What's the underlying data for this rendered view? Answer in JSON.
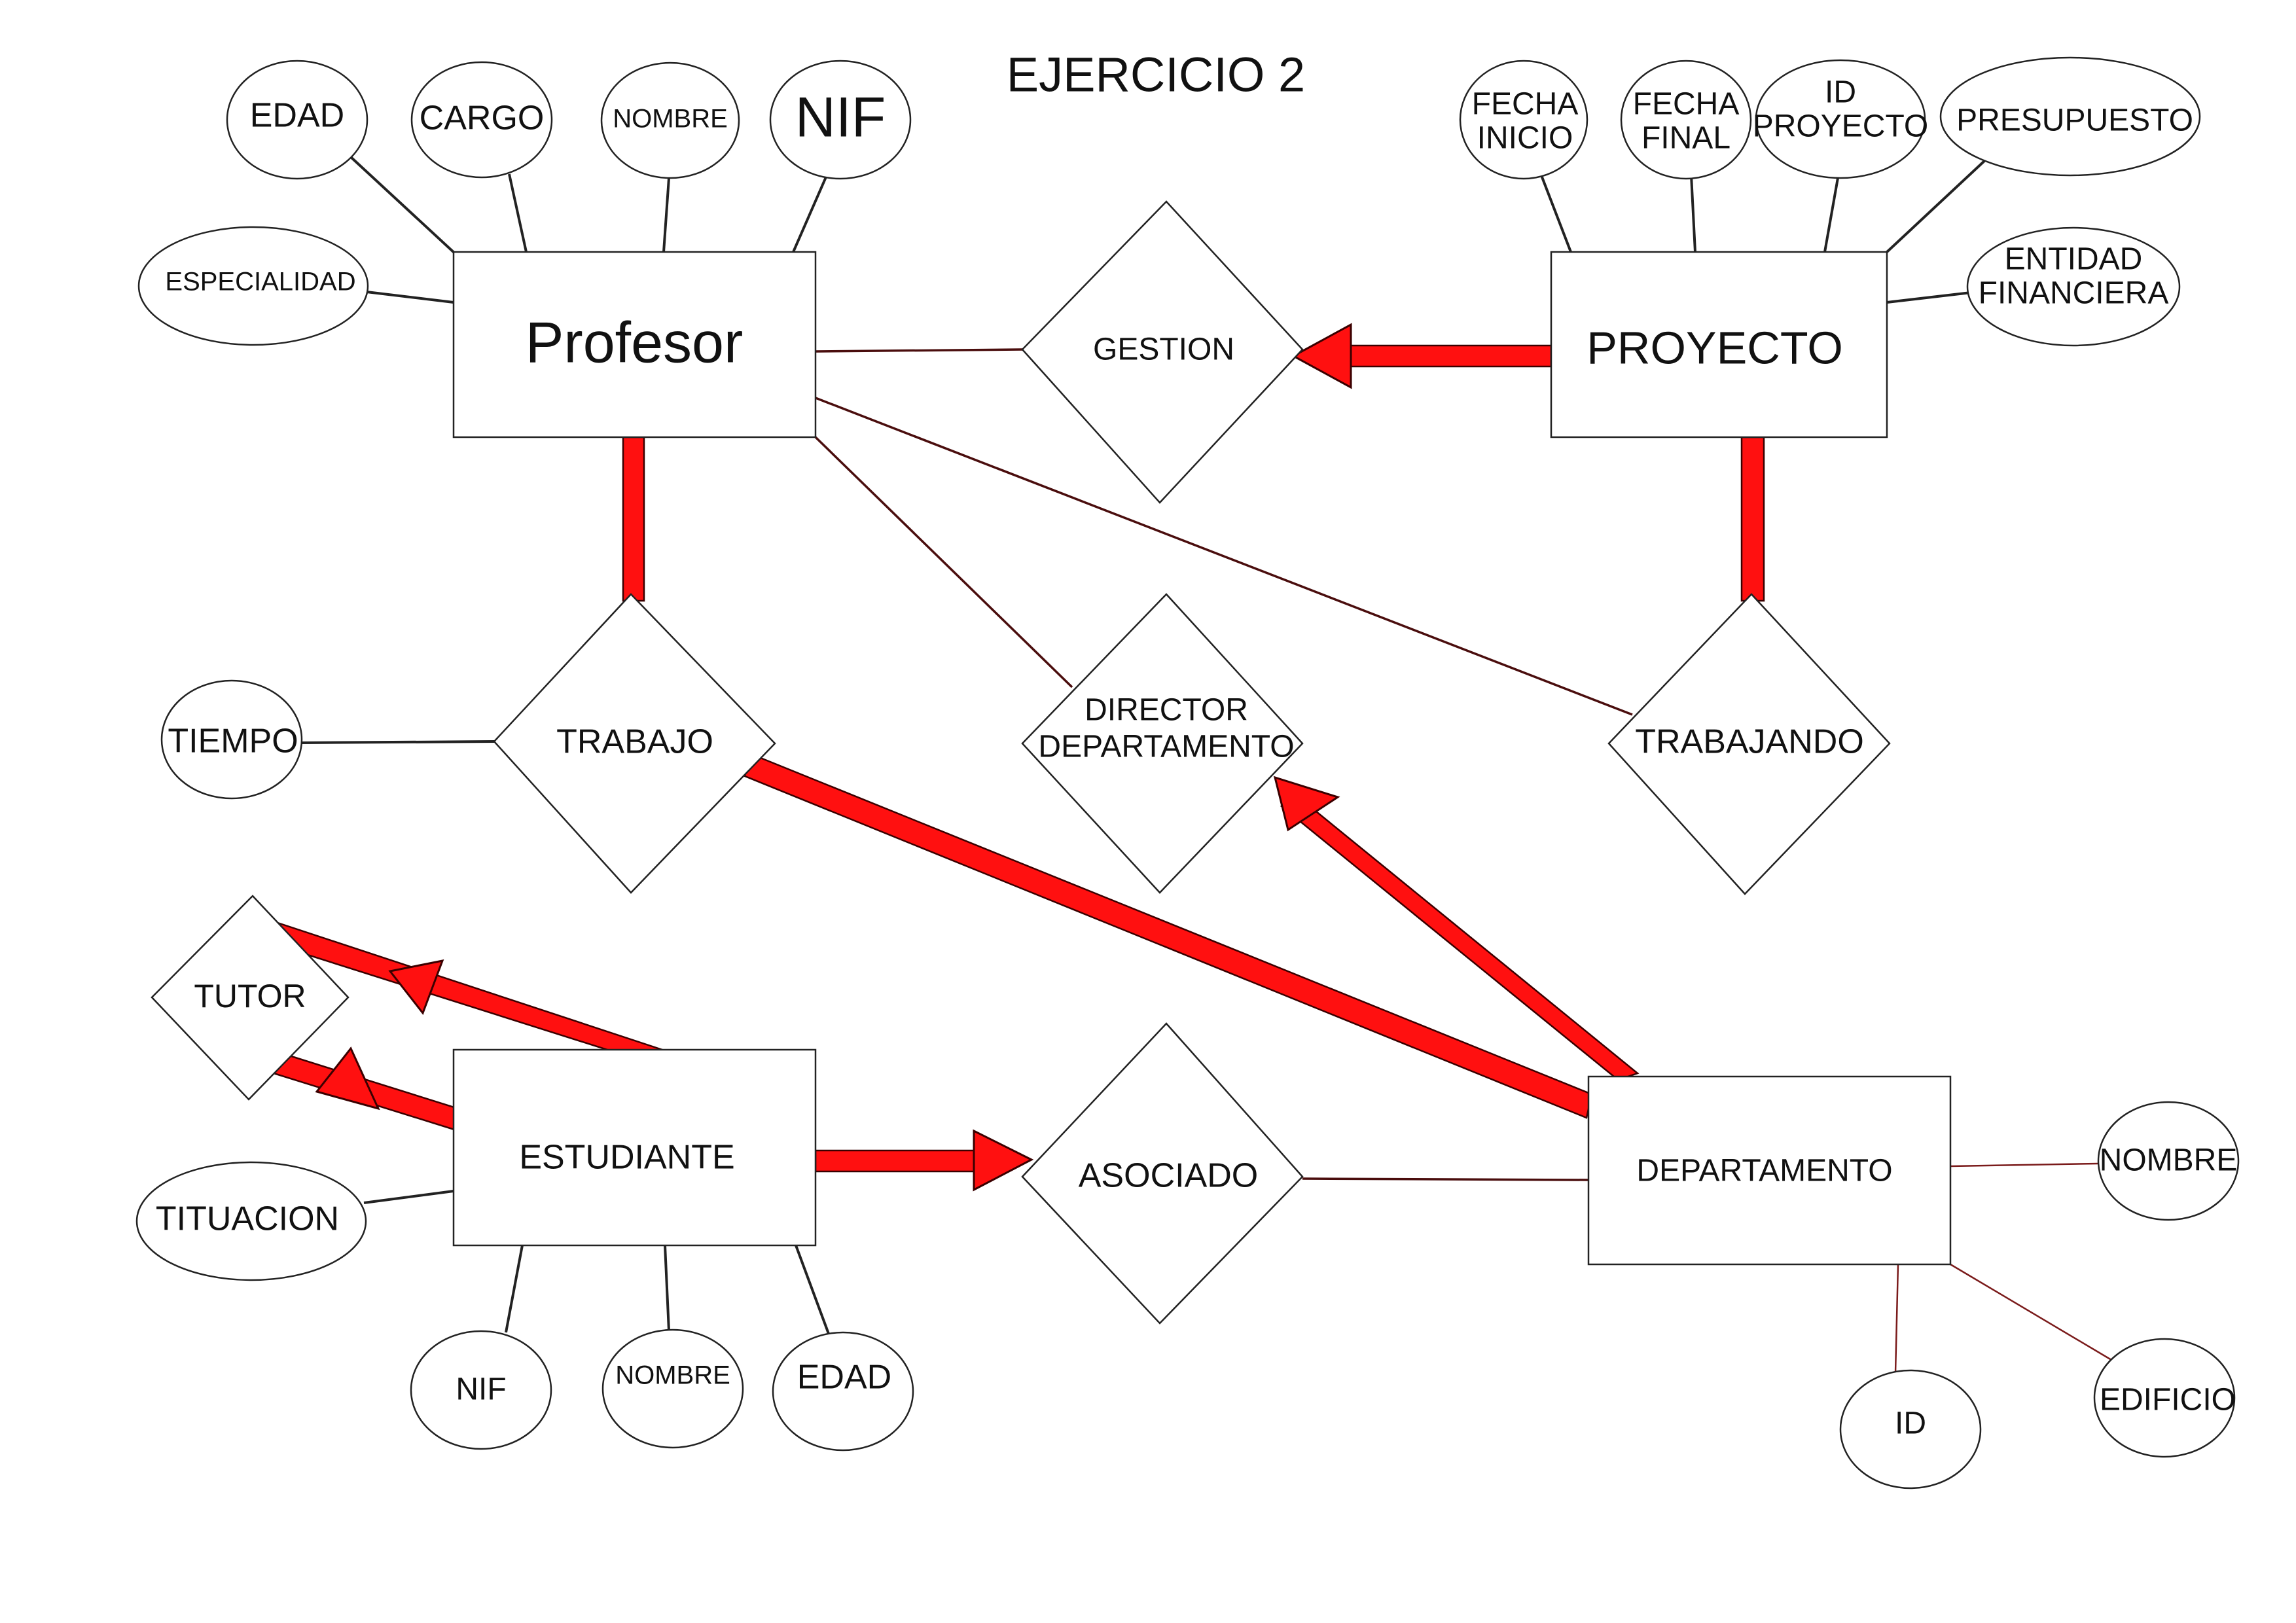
{
  "title": "EJERCICIO 2",
  "colors": {
    "accent": "#ff1010",
    "outline": "#222222",
    "connector": "#4a0d0d"
  },
  "entities": {
    "profesor": "Profesor",
    "proyecto": "PROYECTO",
    "estudiante": "ESTUDIANTE",
    "departamento": "DEPARTAMENTO"
  },
  "relationships": {
    "gestion": "GESTION",
    "trabajo": "TRABAJO",
    "director": [
      "DIRECTOR",
      "DEPARTAMENTO"
    ],
    "trabajando": "TRABAJANDO",
    "tutor": "TUTOR",
    "asociado": "ASOCIADO"
  },
  "attributes": {
    "profesor": {
      "edad": "EDAD",
      "cargo": "CARGO",
      "nombre": "NOMBRE",
      "nif": "NIF",
      "especialidad": "ESPECIALIDAD"
    },
    "proyecto": {
      "fecha_inicio": [
        "FECHA",
        "INICIO"
      ],
      "fecha_final": [
        "FECHA",
        "FINAL"
      ],
      "id_proyecto": [
        "ID",
        "PROYECTO"
      ],
      "presupuesto": "PRESUPUESTO",
      "entidad_financiera": [
        "ENTIDAD",
        "FINANCIERA"
      ]
    },
    "trabajo": {
      "tiempo": "TIEMPO"
    },
    "estudiante": {
      "titulacion": "TITUACION",
      "nif": "NIF",
      "nombre": "NOMBRE",
      "edad": "EDAD"
    },
    "departamento": {
      "nombre": "NOMBRE",
      "id": "ID",
      "edificio": "EDIFICIO"
    }
  }
}
